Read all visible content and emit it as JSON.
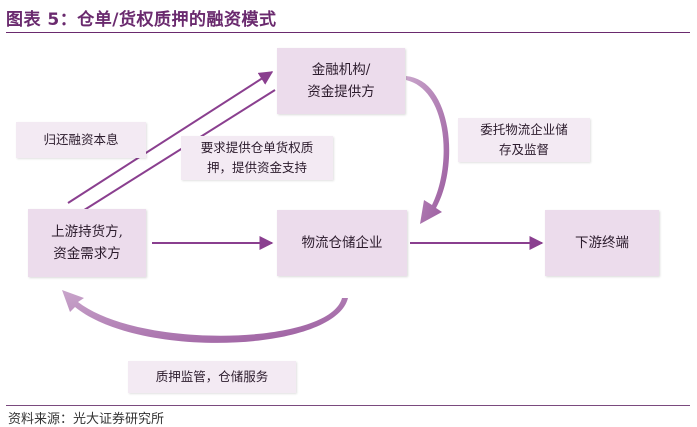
{
  "title": "图表 5：仓单/货权质押的融资模式",
  "source": "资料来源：光大证券研究所",
  "nodes": {
    "financial": "金融机构/\n资金提供方",
    "upstream": "上游持货方,\n资金需求方",
    "logistics": "物流仓储企业",
    "downstream": "下游终端"
  },
  "labels": {
    "repay": "归还融资本息",
    "pledge_request": "要求提供仓单货权质\n押，提供资金支持",
    "entrust": "委托物流企业储\n存及监督",
    "service": "质押监管，仓储服务"
  },
  "colors": {
    "accent": "#6a2a6e",
    "node_fill": "#ecdcec",
    "arrow": "#8a3f8f"
  }
}
